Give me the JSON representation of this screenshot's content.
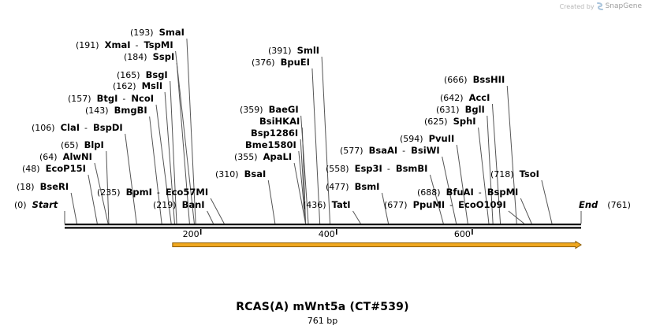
{
  "branding": {
    "prefix": "Created by",
    "name": "SnapGene",
    "icon": "snapgene-logo-icon"
  },
  "sequence": {
    "name": "RCAS(A) mWnt5a (CT#539)",
    "length_label": "761 bp",
    "length": 761
  },
  "colors": {
    "feature_fill": "#f0a820",
    "feature_stroke": "#8a5a00",
    "backbone": "#000000",
    "line": "#555555"
  },
  "ticks": [
    {
      "value": 200,
      "label": "200"
    },
    {
      "value": 400,
      "label": "400"
    },
    {
      "value": 600,
      "label": "600"
    }
  ],
  "feature": {
    "start": 159,
    "end": 761,
    "direction": "forward"
  },
  "sites": [
    {
      "pos": "(0)",
      "name": "Start"
    },
    {
      "pos": "(18)",
      "name": "BseRI"
    },
    {
      "pos": "(48)",
      "name": "EcoP15I"
    },
    {
      "pos": "(64)",
      "name": "AlwNI"
    },
    {
      "pos": "(65)",
      "name": "BlpI"
    },
    {
      "pos": "(106)",
      "name": "ClaI",
      "name2": "BspDI"
    },
    {
      "pos": "(143)",
      "name": "BmgBI"
    },
    {
      "pos": "(157)",
      "name": "BtgI",
      "name2": "NcoI"
    },
    {
      "pos": "(162)",
      "name": "MslI"
    },
    {
      "pos": "(165)",
      "name": "BsgI"
    },
    {
      "pos": "(184)",
      "name": "SspI"
    },
    {
      "pos": "(191)",
      "name": "XmaI",
      "name2": "TspMI"
    },
    {
      "pos": "(193)",
      "name": "SmaI"
    },
    {
      "pos": "(219)",
      "name": "BanI"
    },
    {
      "pos": "(235)",
      "name": "BpmI",
      "name2": "Eco57MI"
    },
    {
      "pos": "(310)",
      "name": "BsaI"
    },
    {
      "pos": "(355)",
      "name": "ApaLI"
    },
    {
      "pos": "",
      "name": "Bme1580I"
    },
    {
      "pos": "",
      "name": "Bsp1286I"
    },
    {
      "pos": "",
      "name": "BsiHKAI"
    },
    {
      "pos": "(359)",
      "name": "BaeGI"
    },
    {
      "pos": "(376)",
      "name": "BpuEI"
    },
    {
      "pos": "(391)",
      "name": "SmlI"
    },
    {
      "pos": "(436)",
      "name": "TatI"
    },
    {
      "pos": "(477)",
      "name": "BsmI"
    },
    {
      "pos": "(558)",
      "name": "Esp3I",
      "name2": "BsmBI"
    },
    {
      "pos": "(577)",
      "name": "BsaAI",
      "name2": "BsiWI"
    },
    {
      "pos": "(594)",
      "name": "PvuII"
    },
    {
      "pos": "(625)",
      "name": "SphI"
    },
    {
      "pos": "(631)",
      "name": "BglI"
    },
    {
      "pos": "(642)",
      "name": "AccI"
    },
    {
      "pos": "(666)",
      "name": "BssHII"
    },
    {
      "pos": "(677)",
      "name": "PpuMI",
      "name2": "EcoO109I"
    },
    {
      "pos": "(688)",
      "name": "BfuAI",
      "name2": "BspMI"
    },
    {
      "pos": "(718)",
      "name": "TsoI"
    },
    {
      "pos": "(761)",
      "name": "End"
    }
  ]
}
